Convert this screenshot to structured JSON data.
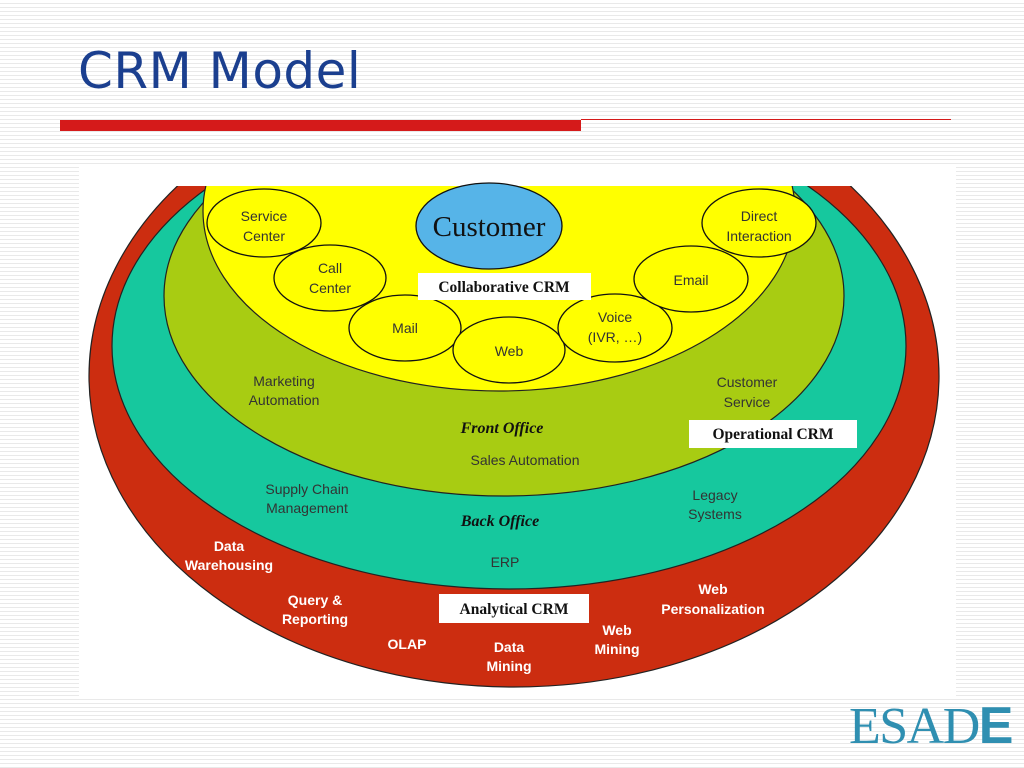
{
  "slide": {
    "title": "CRM Model"
  },
  "diagram": {
    "customer": "Customer",
    "collaborative_label": "Collaborative CRM",
    "operational_label": "Operational CRM",
    "analytical_label": "Analytical CRM",
    "front_office": "Front Office",
    "back_office": "Back Office",
    "bubbles": [
      {
        "id": "service-center",
        "lines": [
          "Service",
          "Center"
        ]
      },
      {
        "id": "call-center",
        "lines": [
          "Call",
          "Center"
        ]
      },
      {
        "id": "mail",
        "lines": [
          "Mail"
        ]
      },
      {
        "id": "web",
        "lines": [
          "Web"
        ]
      },
      {
        "id": "voice",
        "lines": [
          "Voice",
          "(IVR, …)"
        ]
      },
      {
        "id": "email",
        "lines": [
          "Email"
        ]
      },
      {
        "id": "direct-interaction",
        "lines": [
          "Direct",
          "Interaction"
        ]
      }
    ],
    "front_items": {
      "marketing": [
        "Marketing",
        "Automation"
      ],
      "customer_service": [
        "Customer",
        "Service"
      ],
      "sales": "Sales Automation"
    },
    "back_items": {
      "supply": [
        "Supply Chain",
        "Management"
      ],
      "legacy": [
        "Legacy",
        "Systems"
      ],
      "erp": "ERP"
    },
    "analytical_items": {
      "warehousing": [
        "Data",
        "Warehousing"
      ],
      "query": [
        "Query &",
        "Reporting"
      ],
      "olap": "OLAP",
      "mining": [
        "Data",
        "Mining"
      ],
      "web_mining": [
        "Web",
        "Mining"
      ],
      "personalization": [
        "Web",
        "Personalization"
      ]
    },
    "colors": {
      "analytical": "#cc2d10",
      "back_office": "#16c89e",
      "front_office": "#a8cc12",
      "collaborative": "#ffff00",
      "customer": "#56b4e8"
    }
  },
  "logo": {
    "main": "ESAD",
    "last": "E"
  }
}
